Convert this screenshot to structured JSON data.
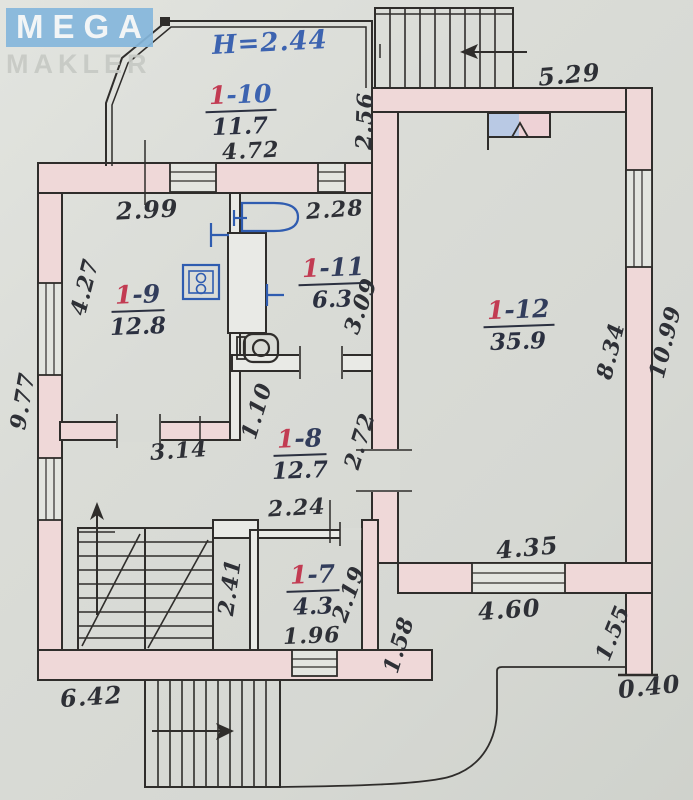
{
  "logo": {
    "line1": "MEGA",
    "line2": "MAKLER"
  },
  "ceiling_height_label": "H=2.44",
  "rooms": {
    "r10": {
      "prefix": "1",
      "suffix": "-10",
      "area": "11.7"
    },
    "r9": {
      "prefix": "1",
      "suffix": "-9",
      "area": "12.8"
    },
    "r11": {
      "prefix": "1",
      "suffix": "-11",
      "area": "6.3"
    },
    "r12": {
      "prefix": "1",
      "suffix": "-12",
      "area": "35.9"
    },
    "r8": {
      "prefix": "1",
      "suffix": "-8",
      "area": "12.7"
    },
    "r7": {
      "prefix": "1",
      "suffix": "-7",
      "area": "4.3"
    }
  },
  "dims": {
    "veranda_width": "4.72",
    "veranda_right": "2.56",
    "top_wall_right": "5.29",
    "kitchen_width": "2.99",
    "kitchen_height": "4.27",
    "left_wall": "9.77",
    "bath_width": "2.28",
    "bath_height": "3.09",
    "living_inner_height": "8.34",
    "right_wall": "10.99",
    "hall_jog": "1.10",
    "hall_right": "2.72",
    "stairhall_width": "3.14",
    "hall_bottom": "2.24",
    "stairs_depth": "2.41",
    "room7_right": "2.19",
    "room7_width": "1.96",
    "porch_right": "1.58",
    "bottom_wall_left": "6.42",
    "living_bottom_inner": "4.35",
    "living_bottom_outer": "4.60",
    "terrace_right": "1.55",
    "wall_end": "0.40"
  },
  "colors": {
    "paper": "#d9dbd6",
    "wall_fill_pink": "#efd8d8",
    "ink": "#2f2d2b",
    "blue_ink": "#3c63b0",
    "red_ink": "#c23b52",
    "fixture_blue": "#2f5cb0",
    "flue_blue": "#b9c9e4",
    "flue_pink": "#eed2d6",
    "logo_blue": "#85b7dc",
    "logo_grey": "#c7cac5"
  },
  "icons": {
    "bathtub-icon": "capsule outline",
    "sink-icon": "T glyph",
    "stove-icon": "square with two burner circles",
    "toilet-icon": "rounded box with circle",
    "flue-icon": "two-tone vent box",
    "up-arrow-icon": "↑",
    "left-arrow-icon": "←",
    "right-arrow-icon": "→"
  }
}
